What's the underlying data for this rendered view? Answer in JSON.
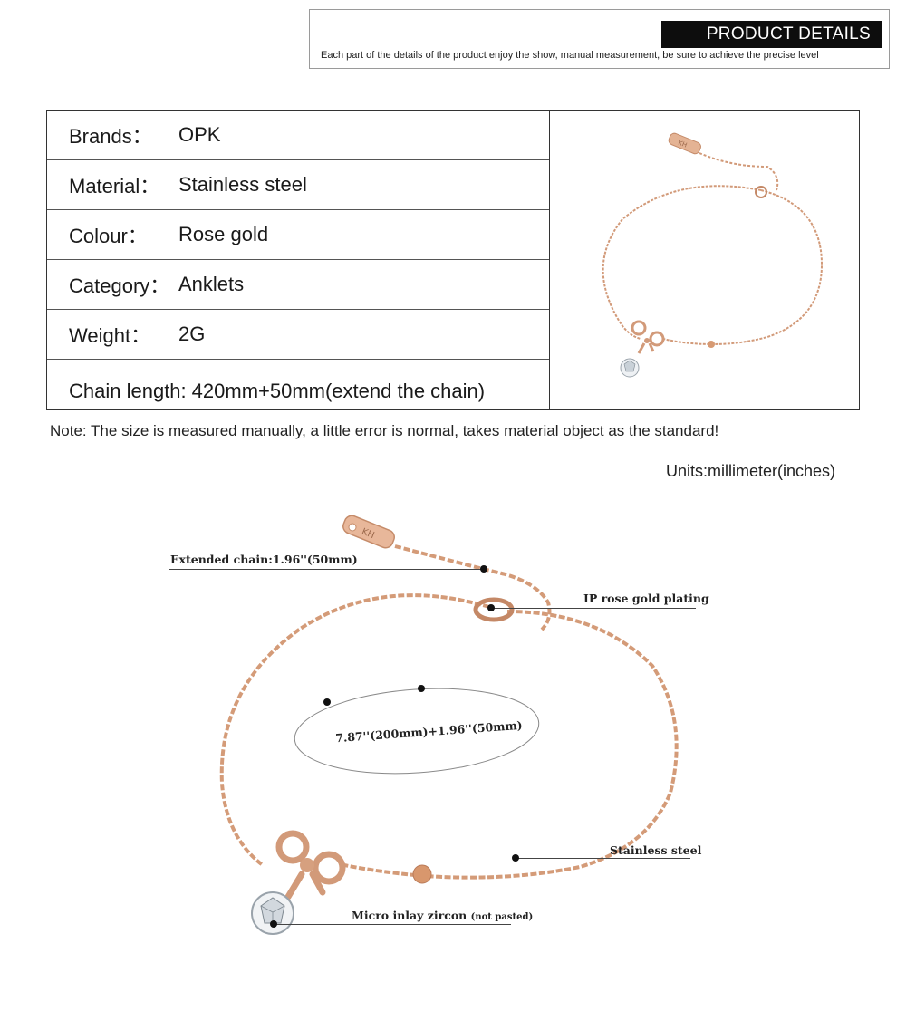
{
  "header": {
    "title": "PRODUCT DETAILS",
    "subtitle": "Each part of the details of the product enjoy the show, manual measurement, be sure to achieve the precise level"
  },
  "specs": [
    {
      "label": "Brands：",
      "value": "OPK"
    },
    {
      "label": "Material：",
      "value": "Stainless steel"
    },
    {
      "label": "Colour：",
      "value": "Rose gold"
    },
    {
      "label": "Category：",
      "value": "Anklets"
    },
    {
      "label": "Weight：",
      "value": "2G"
    },
    {
      "label": "Chain length:",
      "value": "420mm+50mm(extend the chain)"
    }
  ],
  "note": "Note: The size is measured manually, a little error is normal, takes material object as the standard!",
  "units": "Units:millimeter(inches)",
  "callouts": {
    "extended_chain": "Extended chain:1.96''(50mm)",
    "plating": "IP rose gold plating",
    "length": "7.87''(200mm)+1.96''(50mm)",
    "stainless": "Stainless steel",
    "zircon": "Micro inlay zircon",
    "zircon_note": "(not pasted)"
  },
  "tag_text": "KH",
  "colors": {
    "rose_gold": "#d9a07f",
    "rose_gold_dark": "#b97a58",
    "header_bg": "#0d0d0d"
  }
}
